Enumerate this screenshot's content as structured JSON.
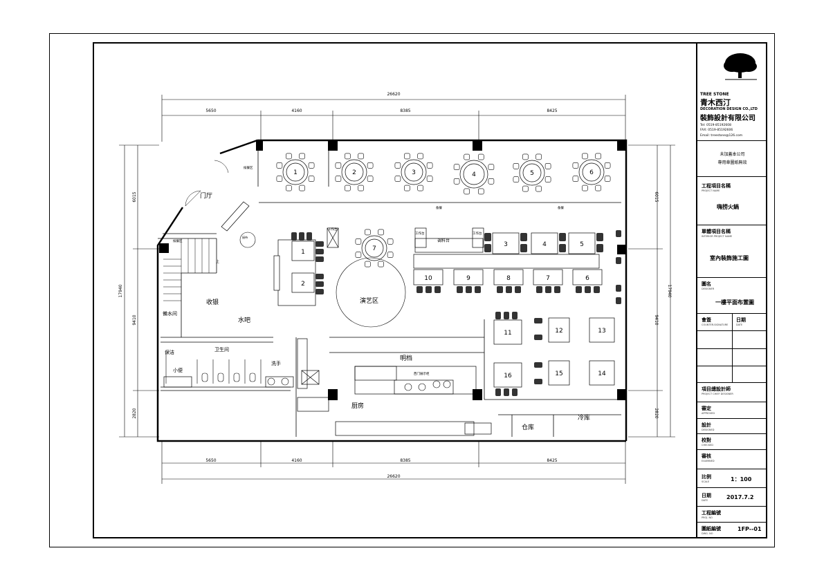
{
  "dimensions": {
    "total": "26620",
    "segments": [
      "5650",
      "4160",
      "8385",
      "8425"
    ],
    "left_total": "17940",
    "left_segments": [
      "6015",
      "9410",
      "2820"
    ],
    "right_total": "17940",
    "right_segments": [
      "6015",
      "9410",
      "2820"
    ]
  },
  "rooms": {
    "entrance": "门厅",
    "stage": "演艺区",
    "cashier": "收银",
    "water_bar": "水吧",
    "water_room": "備水间",
    "cleaning": "保洁",
    "restroom": "卫生间",
    "urinal": "小便",
    "handwash": "洗手",
    "open_counter": "明档",
    "kitchen": "厨房",
    "storage": "仓库",
    "cold_storage": "冷库",
    "seasoning": "调料台",
    "waiting": "候餐区",
    "waiting2": "候餐区",
    "work1": "工作台",
    "work2": "工作台",
    "work3": "工作台",
    "stair_up": "上",
    "side1": "备餐",
    "side2": "备餐",
    "display": "西门展示柜",
    "host": "接待"
  },
  "round_tables": [
    "1",
    "2",
    "3",
    "4",
    "5",
    "6",
    "7"
  ],
  "booth_right_top": [
    "3",
    "4",
    "5"
  ],
  "booth_right_row": [
    "10",
    "9",
    "8",
    "7",
    "6"
  ],
  "booth_left": [
    "1",
    "2"
  ],
  "booth_east": [
    "11",
    "12",
    "13",
    "16",
    "15",
    "14"
  ],
  "title_block": {
    "brand_en": "TREE STONE",
    "brand_cn": "青木西汀",
    "brand_en2": "DECORATION DESIGN CO.,LTD",
    "brand_cn2": "裝飾設計有限公司",
    "tel": "Tel: 0519-85192608",
    "fax": "FAX: 0519-85192606",
    "email": "Email: treestone@126.com",
    "notice1": "未加蓋本公司",
    "notice2": "專用章圖紙無效",
    "project_label": "工程項目名稱",
    "project_sub": "PROJECT NAME",
    "project_value": "嗨捞火鍋",
    "unit_label": "單體項目名稱",
    "unit_sub": "INTERIOR PROJECT NAME",
    "unit_value": "室內裝飾施工圖",
    "drawing_label": "圖名",
    "drawing_sub": "DESIGNER",
    "drawing_value": "一樓平面布置圖",
    "sign_label": "會簽",
    "sign_sub": "COUNTER-SIGNATURE",
    "date_label": "日期",
    "date_sub": "DATE",
    "chief_label": "項目總設計師",
    "chief_sub": "PROJECT CHIEF DESIGNER",
    "approve_label": "審定",
    "approve_sub": "APPROVED",
    "design_label": "設計",
    "design_sub": "DESIGNED",
    "check_label": "校對",
    "check_sub": "CHECKED",
    "review_label": "審核",
    "review_sub": "EXAMINED",
    "scale_label": "比例",
    "scale_sub": "SCALE",
    "scale_value": "1：100",
    "date2_label": "日期",
    "date2_sub": "DATE",
    "date2_value": "2017.7.2",
    "projno_label": "工程編號",
    "projno_sub": "PROJ. NO",
    "dwgno_label": "圖紙編號",
    "dwgno_sub": "DWG. NO",
    "dwgno_value": "1FP--01"
  }
}
